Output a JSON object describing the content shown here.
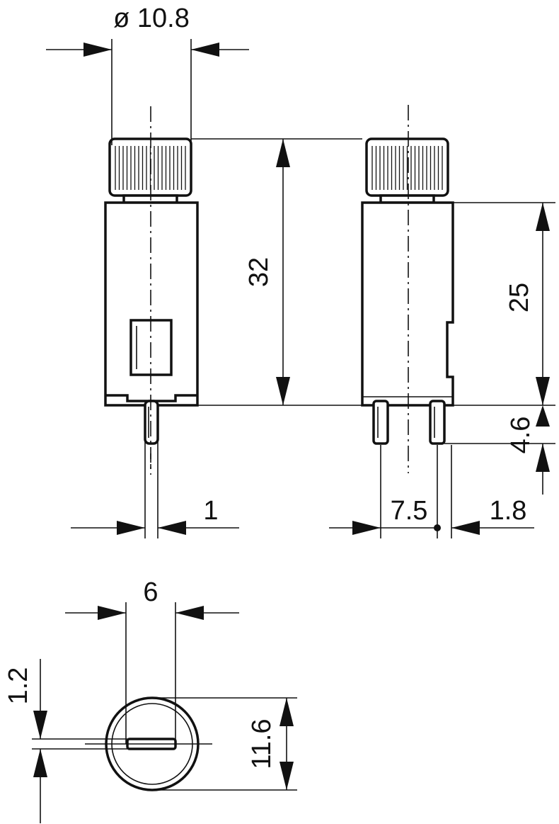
{
  "drawing": {
    "line_color": "#111111",
    "background": "#ffffff"
  },
  "dimensions": {
    "cap_diameter": "ø 10.8",
    "body_height_total": "32",
    "body_height": "25",
    "pin_length": "4.6",
    "pin_width": "1",
    "pin_spacing": "7.5",
    "pin_offset": "1.8",
    "slot_width": "6",
    "slot_height": "1.2",
    "cap_outer_diameter": "11.6"
  }
}
